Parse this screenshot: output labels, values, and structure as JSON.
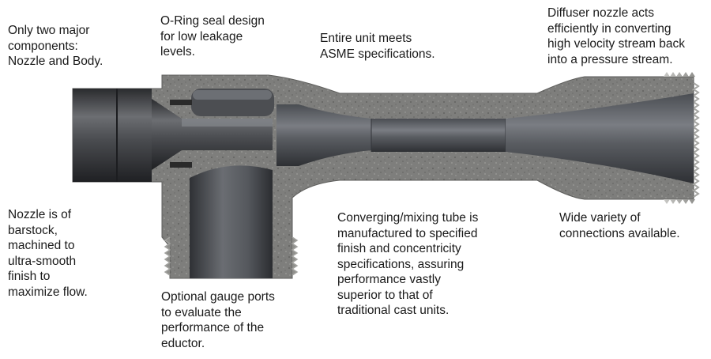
{
  "diagram": {
    "subject": "eductor cross-section",
    "callouts": {
      "two_components": [
        "Only two major",
        "components:",
        "Nozzle and Body."
      ],
      "oring_seal": [
        "O-Ring seal design",
        "for low leakage",
        "levels."
      ],
      "asme": [
        "Entire unit meets",
        "ASME specifications."
      ],
      "diffuser": [
        "Diffuser nozzle acts",
        "efficiently in converting",
        "high velocity stream back",
        "into a pressure stream."
      ],
      "nozzle_barstock": [
        "Nozzle is of",
        "barstock,",
        "machined to",
        "ultra-smooth",
        "finish to",
        "maximize flow."
      ],
      "gauge_ports": [
        "Optional gauge ports",
        "to evaluate the",
        "performance of the",
        "eductor."
      ],
      "mixing_tube": [
        "Converging/mixing tube is",
        "manufactured to specified",
        "finish and concentricity",
        "specifications, assuring",
        "performance vastly",
        "superior to that of",
        "traditional cast units."
      ],
      "connections": [
        "Wide variety of",
        "connections available."
      ]
    },
    "colors": {
      "body_stone": "#7d7d7b",
      "metal_dark": "#3a3c40",
      "metal_mid": "#6c6f74",
      "metal_light": "#a9acb1",
      "text": "#1a1a1a"
    }
  }
}
